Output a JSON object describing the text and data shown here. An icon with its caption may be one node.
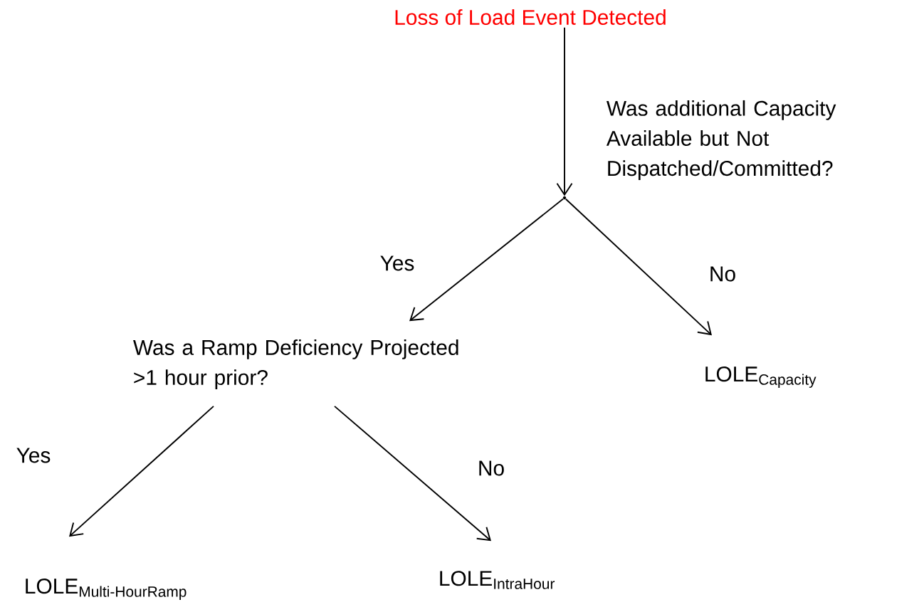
{
  "diagram": {
    "nodes": [
      {
        "text": [
          "Loss of Load Event Detected"
        ]
      },
      {
        "text": [],
        "shape": "point",
        "beside": [
          "Was additional Capacity Available but Not Dispatched/Committed?"
        ]
      },
      {
        "text": [
          "Was a Ramp Deficiency Projected >1 hour prior?"
        ]
      },
      {
        "text": [
          "\\text{LOLE}_{\\text{Capacity}}"
        ]
      },
      {
        "text": [
          "\\text{LOLE}_{\\text{Multi-HourRamp}}"
        ]
      },
      {
        "text": [
          "\\text{LOLE}_{\\text{IntraHour}}"
        ]
      }
    ],
    "edges": [
      {
        "from": 0,
        "to": 1,
        "arrow": "to"
      },
      {
        "from": 1,
        "to": 2,
        "arrow": "to",
        "label": "Yes"
      },
      {
        "from": 1,
        "to": 3,
        "arrow": "to",
        "label": "No"
      },
      {
        "from": 2,
        "to": 4,
        "arrow": "to",
        "label": "Yes"
      },
      {
        "from": 2,
        "to": 5,
        "arrow": "to",
        "label": "No"
      }
    ]
  }
}
